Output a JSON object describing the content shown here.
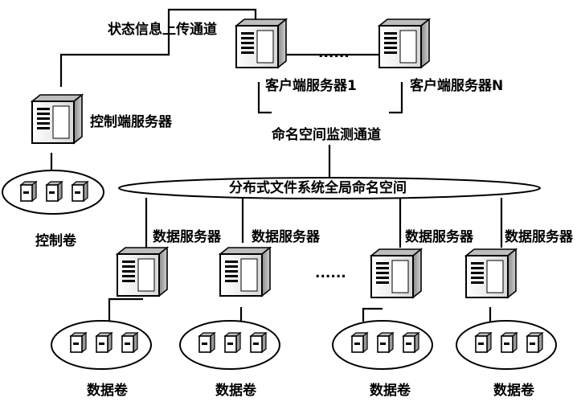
{
  "labels": {
    "status_channel": "状态信息上传通道",
    "client_server_1": "客户端服务器1",
    "client_server_n": "客户端服务器N",
    "ellipsis_clients": "......",
    "control_server": "控制端服务器",
    "naming_monitor_channel": "命名空间监测通道",
    "global_namespace": "分布式文件系统全局命名空间",
    "control_volume": "控制卷",
    "data_server": "数据服务器",
    "ellipsis_data": "......",
    "data_volume": "数据卷"
  }
}
